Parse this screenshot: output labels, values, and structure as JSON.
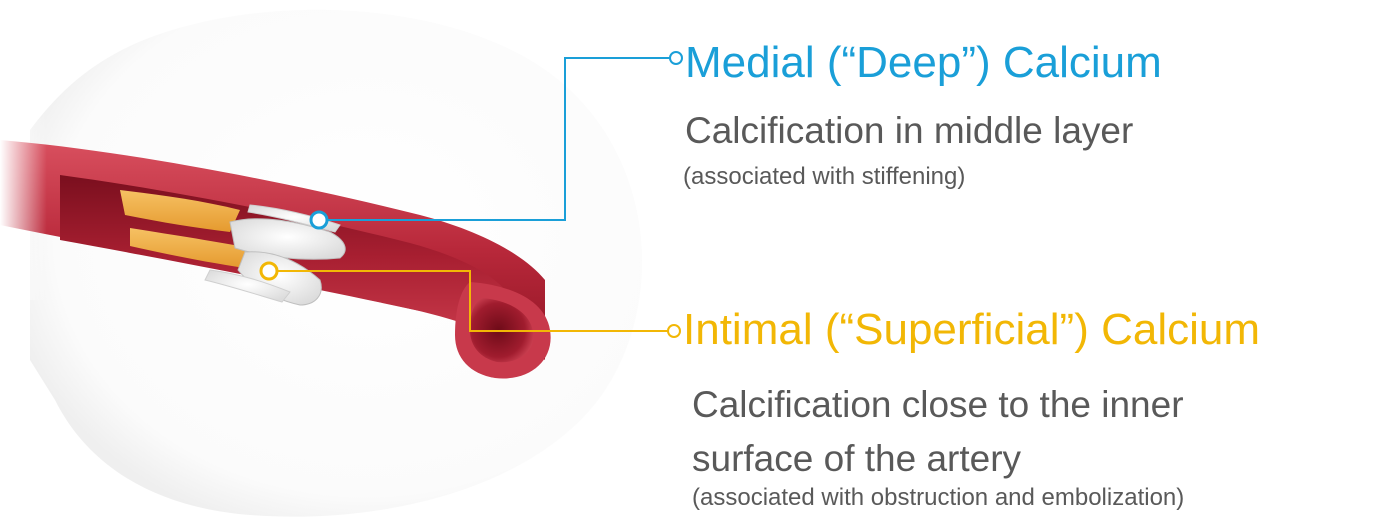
{
  "medial": {
    "title": "Medial (“Deep”) Calcium",
    "description": "Calcification in middle layer",
    "note": "(associated with stiffening)",
    "color": "#1a9fd8"
  },
  "intimal": {
    "title": "Intimal (“Superficial”) Calcium",
    "description_line1": "Calcification close to the inner",
    "description_line2": "surface of the artery",
    "note": "(associated with obstruction and embolization)",
    "color": "#f2b705"
  },
  "text_color": "#595959",
  "illustration": "artery-cross-section-illustration"
}
